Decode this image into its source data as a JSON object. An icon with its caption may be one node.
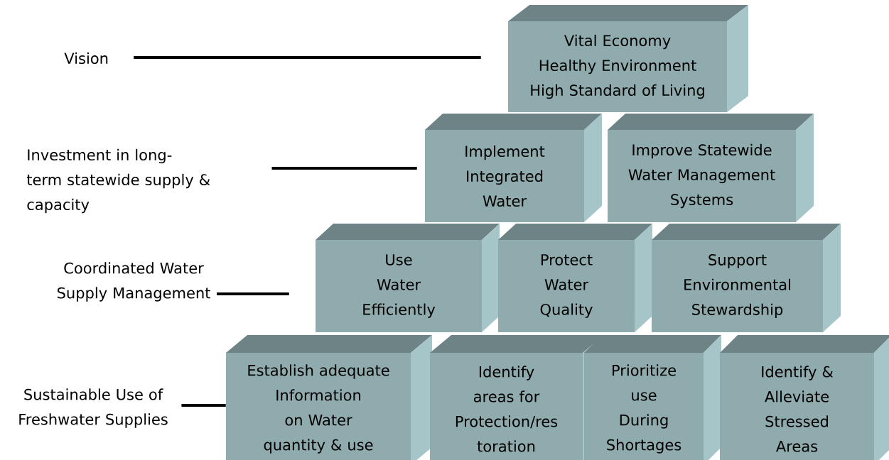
{
  "diagram": {
    "nodes": [
      {
        "text": [
          "Vision"
        ]
      },
      {
        "text": [
          "Vital Economy",
          "Healthy Environment",
          "High Standard of Living"
        ]
      },
      {
        "text": [
          "Investment in long-term statewide supply & capacity"
        ]
      },
      {
        "text": [
          "Implement Integrated Water"
        ]
      },
      {
        "text": [
          "Improve Statewide Water Management Systems"
        ]
      },
      {
        "text": [
          "Coordinated Water Supply Management"
        ]
      },
      {
        "text": [
          "Use Water Efficiently"
        ]
      },
      {
        "text": [
          "Protect Water Quality"
        ]
      },
      {
        "text": [
          "Support Environmental Stewardship"
        ]
      },
      {
        "text": [
          "Sustainable Use of Freshwater Supplies"
        ]
      },
      {
        "text": [
          "Establish adequate Information on Water quantity & use"
        ]
      },
      {
        "text": [
          "Identify areas for Protection/res toration"
        ]
      },
      {
        "text": [
          "Prioritize use During Shortages"
        ]
      },
      {
        "text": [
          "Identify & Alleviate Stressed Areas"
        ]
      }
    ],
    "edges": [
      {
        "from": 0,
        "to": 1,
        "arrow": "none"
      },
      {
        "from": 2,
        "to": 3,
        "arrow": "none"
      },
      {
        "from": 5,
        "to": 6,
        "arrow": "none"
      },
      {
        "from": 9,
        "to": 10,
        "arrow": "none"
      }
    ]
  }
}
